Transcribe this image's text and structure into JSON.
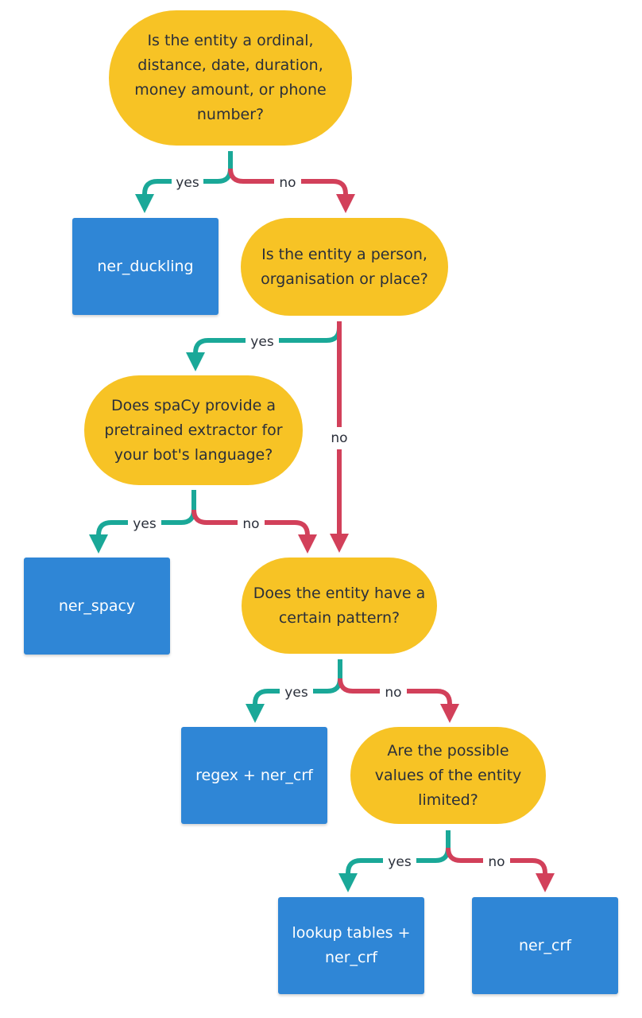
{
  "colors": {
    "question": "#f7c325",
    "result": "#2f86d6",
    "yes_edge": "#1aa898",
    "no_edge": "#d2405a",
    "text": "#2a2f3a"
  },
  "nodes": {
    "q1": "Is the entity a ordinal, distance, date, duration, money amount, or phone number?",
    "r_duckling": "ner_duckling",
    "q2": "Is the entity a person, organisation or place?",
    "q3": "Does spaCy provide a pretrained extractor for your bot's language?",
    "r_spacy": "ner_spacy",
    "q4": "Does the entity have a certain pattern?",
    "r_regex": "regex + ner_crf",
    "q5": "Are the possible values of the entity limited?",
    "r_lookup": "lookup tables + ner_crf",
    "r_crf": "ner_crf"
  },
  "edges": {
    "q1_yes": "yes",
    "q1_no": "no",
    "q2_yes": "yes",
    "q2_no": "no",
    "q3_yes": "yes",
    "q3_no": "no",
    "q4_yes": "yes",
    "q4_no": "no",
    "q5_yes": "yes",
    "q5_no": "no"
  }
}
